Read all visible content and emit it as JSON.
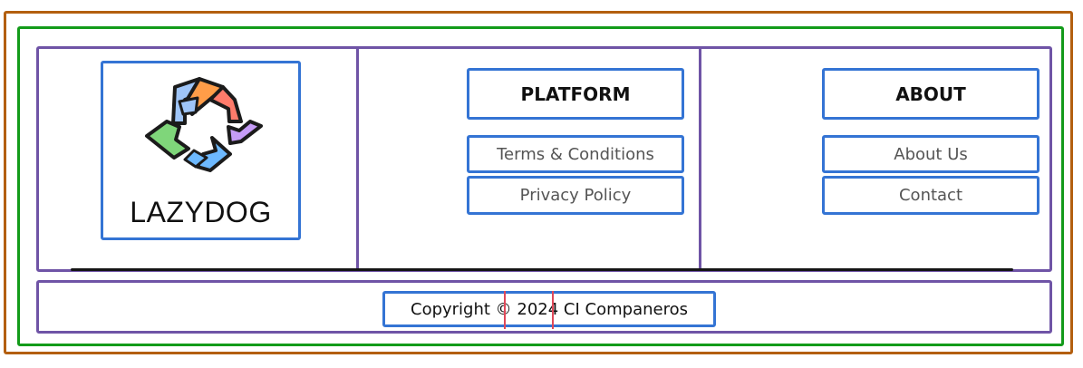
{
  "brand": {
    "name": "LAZYDOG",
    "logo_colors": [
      "#9fc5f8",
      "#ff9d48",
      "#ff7b6b",
      "#c69cf7",
      "#6db9ff",
      "#7fd67a"
    ]
  },
  "sections": [
    {
      "heading": "PLATFORM",
      "links": [
        "Terms & Conditions",
        "Privacy Policy"
      ]
    },
    {
      "heading": "ABOUT",
      "links": [
        "About Us",
        "Contact"
      ]
    }
  ],
  "footer": {
    "copyright": "Copyright © 2024 CI Companeros"
  },
  "colors": {
    "outer_frame": "#b35f0f",
    "content_frame": "#139b1a",
    "section_frame": "#6f54a6",
    "item_frame": "#3474d4",
    "annotation": "#e0495a"
  }
}
